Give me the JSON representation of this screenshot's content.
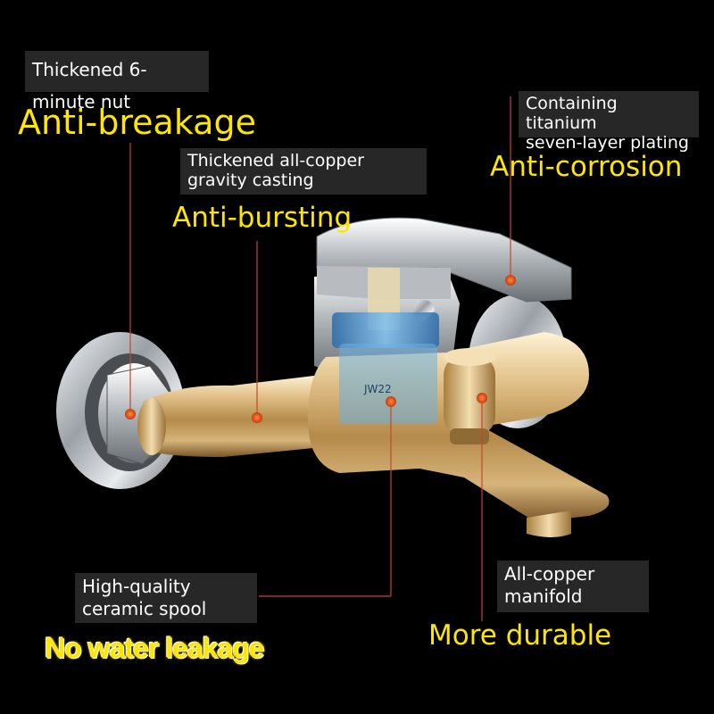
{
  "callouts": {
    "nut": {
      "note": "Thickened 6-minute nut",
      "headline": "Anti-breakage"
    },
    "casting": {
      "note": "Thickened all-copper\ngravity casting",
      "headline": "Anti-bursting"
    },
    "plating": {
      "note": "Containing titanium\nseven-layer plating",
      "headline": "Anti-corrosion"
    },
    "spool": {
      "note": "High-quality\nceramic spool",
      "headline": "No water leakage"
    },
    "manifold": {
      "note": "All-copper\nmanifold",
      "headline": "More durable"
    }
  },
  "cartridge_marking": "JW22",
  "colors": {
    "background": "#000000",
    "headline": "#ffe600",
    "note_box": "#2a2a2a",
    "leader_line": "#c8462a",
    "marker": "#e05a20",
    "body_gold": "#c9a56a",
    "chrome": "#c8ccd0",
    "cartridge": "#3d88c8"
  }
}
